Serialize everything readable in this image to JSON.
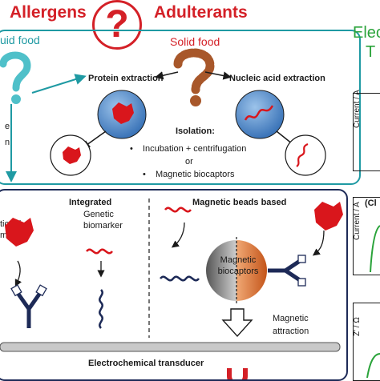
{
  "header": {
    "allergens": "Allergens",
    "adulterants": "Adulterants",
    "question_mark": "?"
  },
  "liquid_food": "uid food",
  "left_cut_1": "e",
  "left_cut_2": "n",
  "solid_food": "Solid food",
  "protein_extraction": "Protein extraction",
  "nucleic_acid_extraction": "Nucleic acid extraction",
  "isolation": {
    "title": "Isolation:",
    "item1": "Incubation + centrifugation",
    "or": "or",
    "item2": "Magnetic biocaptors",
    "bullet": "•"
  },
  "bottom": {
    "integrated": "Integrated",
    "magnetic_beads": "Magnetic beads based",
    "protein_marker_1": "tional",
    "protein_marker_2": "marker",
    "genetic_1": "Genetic",
    "genetic_2": "biomarker",
    "biocaptors_1": "Magnetic",
    "biocaptors_2": "biocaptors",
    "attraction_1": "Magnetic",
    "attraction_2": "attraction",
    "transducer": "Electrochemical transducer"
  },
  "right_panel": {
    "title_1": "Elec",
    "title_2": "T",
    "ylabel_1": "Current / A",
    "ylabel_2": "Current / A",
    "ylabel_3": "Z' / Ω",
    "cut_label": "(Cl"
  },
  "colors": {
    "red": "#d42027",
    "teal": "#1f9aa3",
    "green": "#2aa33a",
    "navy": "#1d2a57",
    "blue_sphere": "#4a86c8"
  }
}
